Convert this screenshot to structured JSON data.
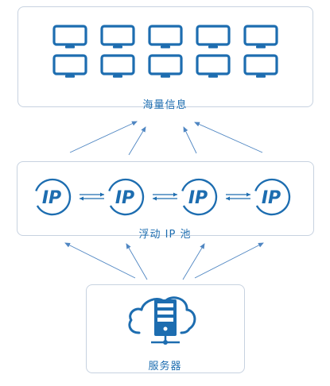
{
  "top_group": {
    "label": "海量信息",
    "monitor_icon": "monitor-icon",
    "monitor_count": 10
  },
  "middle_group": {
    "label": "浮动 IP 池",
    "ip_icon_text": "IP",
    "ip_count": 4
  },
  "bottom_group": {
    "label": "服务器",
    "server_icon": "cloud-server-icon"
  },
  "colors": {
    "accent": "#1d6db0",
    "border": "#c7d2e0",
    "arrow": "#4f86c2"
  }
}
